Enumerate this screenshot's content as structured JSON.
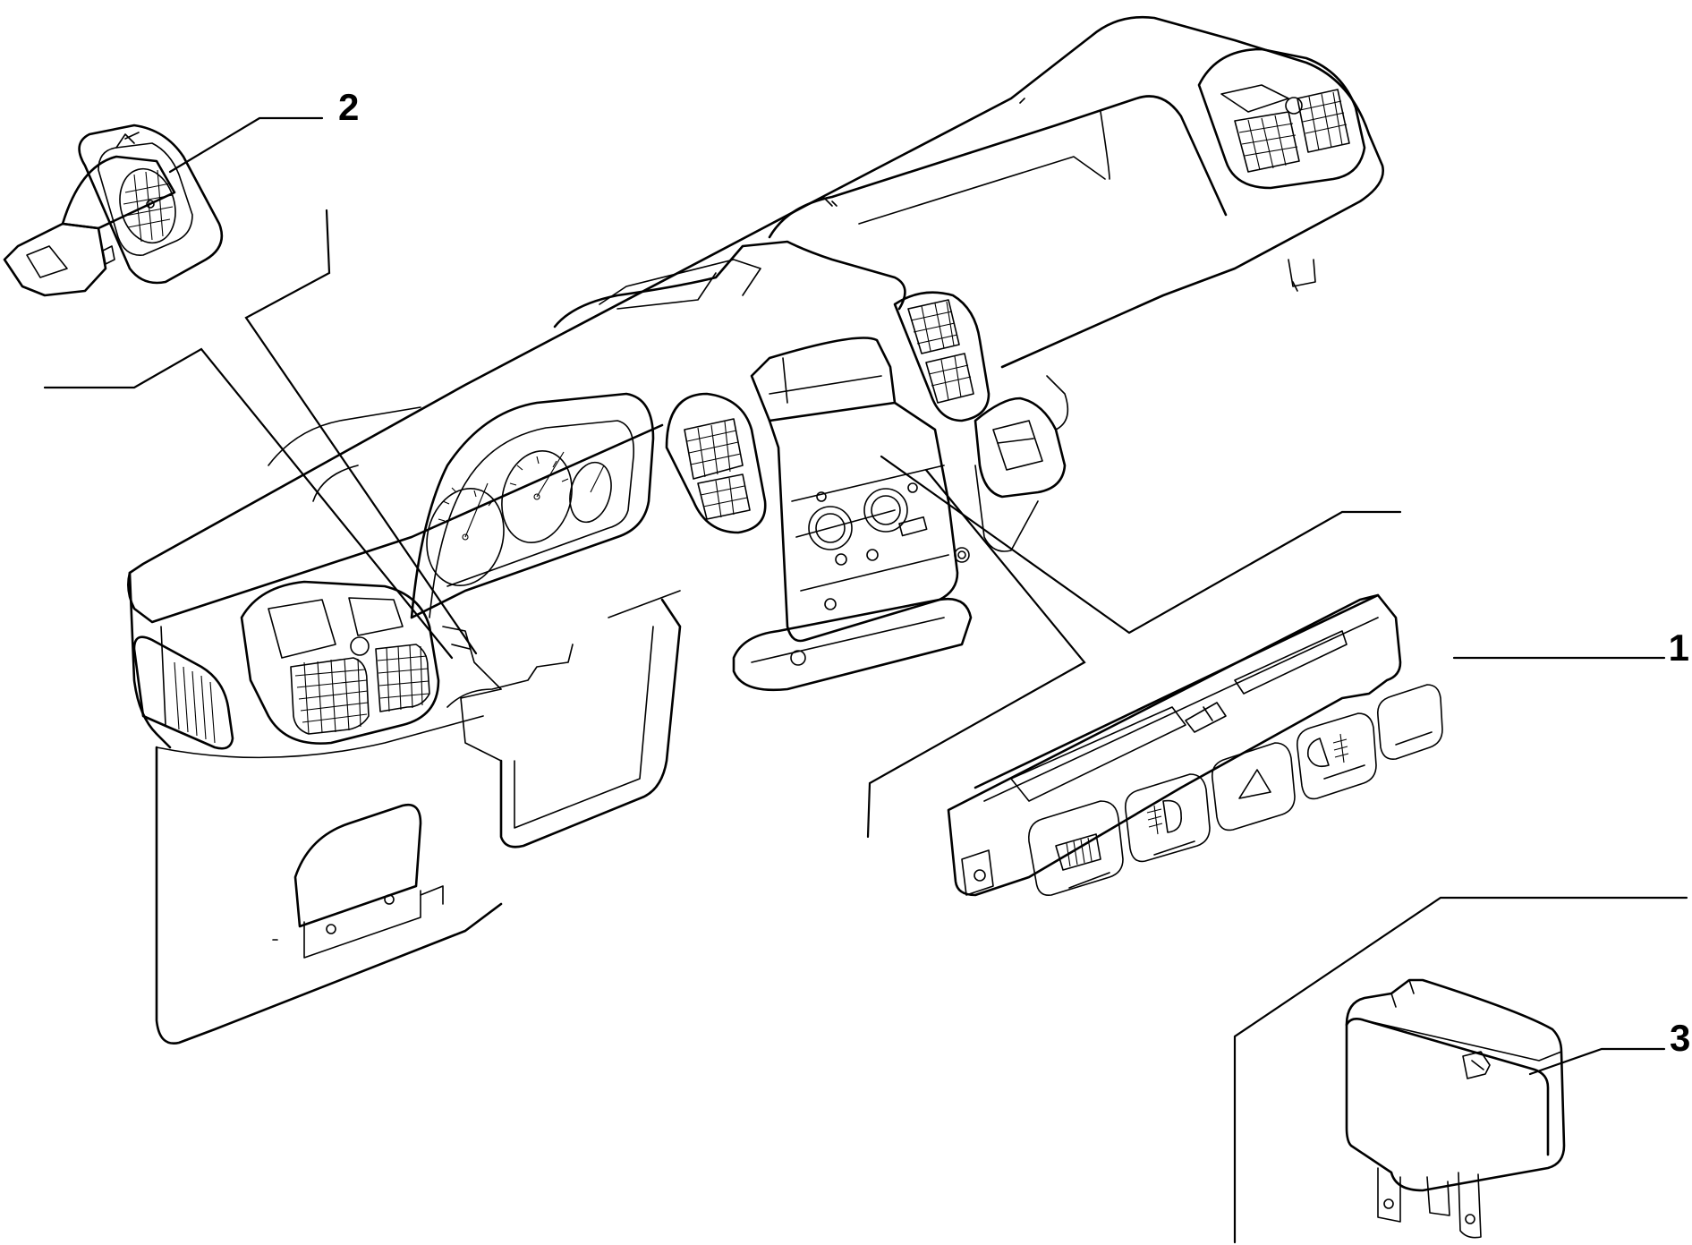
{
  "callouts": [
    {
      "id": "1",
      "label": "1"
    },
    {
      "id": "2",
      "label": "2"
    },
    {
      "id": "3",
      "label": "3"
    }
  ],
  "icons": {
    "part_1": "switch-panel-icon",
    "part_2": "headlight-level-switch-icon",
    "part_3": "relay-icon",
    "assembly": "dashboard-icon"
  },
  "colors": {
    "line": "#000000",
    "background": "#ffffff"
  }
}
